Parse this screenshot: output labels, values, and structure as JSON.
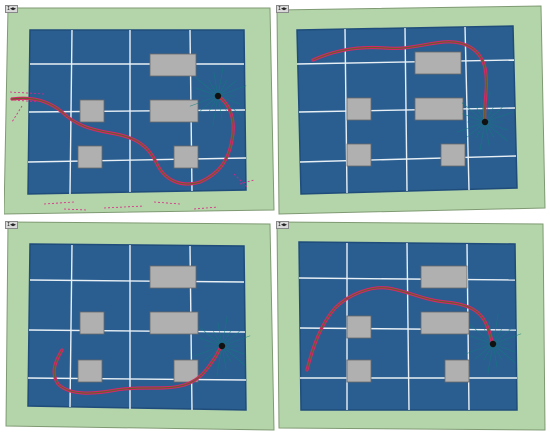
{
  "figure": {
    "background": "#ffffff",
    "panels": [
      {
        "label": "I◀▶"
      },
      {
        "label": "I◀▶"
      },
      {
        "label": "I◀▶"
      },
      {
        "label": "I◀▶"
      }
    ]
  },
  "colors": {
    "wall": "#b4d4a9",
    "wall_edge": "#7f9a73",
    "floor": "#2a5e90",
    "floor_dark": "#1f4c7a",
    "grid_line": "#e8f0f6",
    "obstacle": "#b0b0b0",
    "obstacle_edge": "#6a6a6a",
    "trajectory_outer": "#d6286a",
    "trajectory_inner": "#6b5a2a",
    "robot": "#111111",
    "lidar_ray": "#0e7d7d",
    "noise": "#e0208a"
  },
  "icons": {
    "robot": "robot-icon",
    "lidar": "lidar-rays-icon",
    "corner_label": "playback-control-icon"
  }
}
